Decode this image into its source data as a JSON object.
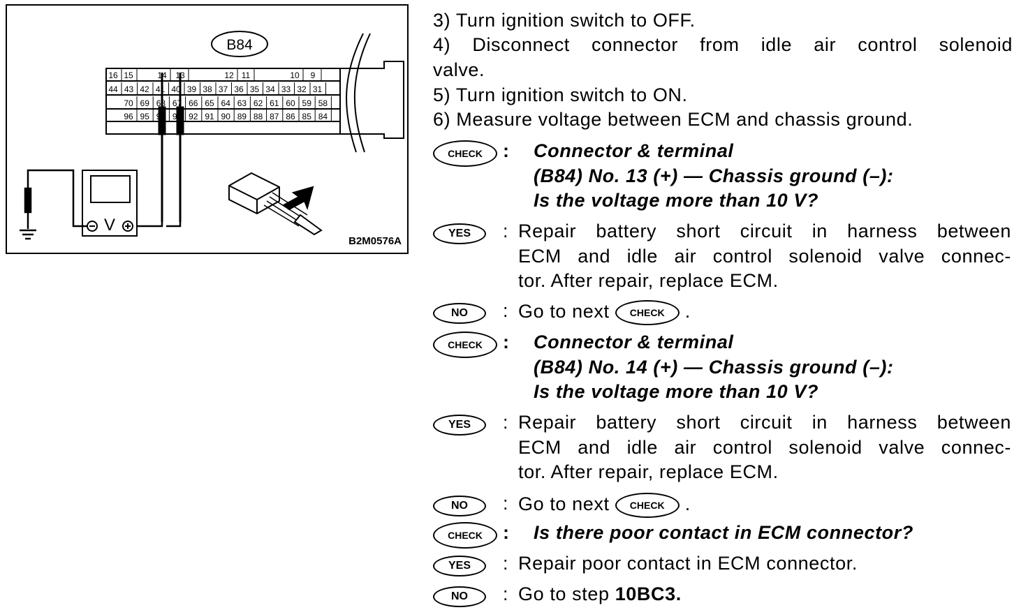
{
  "figure": {
    "connector_label": "B84",
    "figure_code": "B2M0576A",
    "meter_symbol": "V",
    "pins_top": [
      "16",
      "15",
      "14",
      "13",
      "12",
      "11",
      "10",
      "9"
    ],
    "pins_row2": [
      "44",
      "43",
      "42",
      "41",
      "40",
      "39",
      "38",
      "37",
      "36",
      "35",
      "34",
      "33",
      "32",
      "31"
    ],
    "pins_row3": [
      "70",
      "69",
      "68",
      "67",
      "66",
      "65",
      "64",
      "63",
      "62",
      "61",
      "60",
      "59",
      "58"
    ],
    "pins_row4": [
      "96",
      "95",
      "94",
      "93",
      "92",
      "91",
      "90",
      "89",
      "88",
      "87",
      "86",
      "85",
      "84"
    ]
  },
  "steps": [
    "3)  Turn ignition switch to OFF.",
    "4)  Disconnect connector from idle air control solenoid",
    "valve.",
    "5)  Turn ignition switch to ON.",
    "6)  Measure voltage between ECM and chassis ground."
  ],
  "badges": {
    "check": "CHECK",
    "yes": "YES",
    "no": "NO"
  },
  "colon": ":",
  "check1": {
    "q1": "Connector & terminal",
    "q2": "(B84) No. 13 (+) — Chassis ground (–):",
    "q3": "Is the voltage more than 10 V?",
    "yes1": "Repair battery short circuit in harness between",
    "yes2": "ECM and idle air control solenoid valve connec-",
    "yes3": "tor. After repair, replace ECM.",
    "no_text": "Go to next",
    "no_end": "."
  },
  "check2": {
    "q1": "Connector & terminal",
    "q2": "(B84) No. 14 (+) — Chassis ground (–):",
    "q3": "Is the voltage more than 10 V?",
    "yes1": "Repair battery short circuit in harness between",
    "yes2": "ECM and idle air control solenoid valve connec-",
    "yes3": "tor. After repair, replace ECM.",
    "no_text": "Go to next",
    "no_end": "."
  },
  "check3": {
    "q1": "Is there poor contact in ECM connector?",
    "yes1": "Repair poor contact in ECM connector.",
    "no_text": "Go to step",
    "no_step": "10BC3."
  }
}
